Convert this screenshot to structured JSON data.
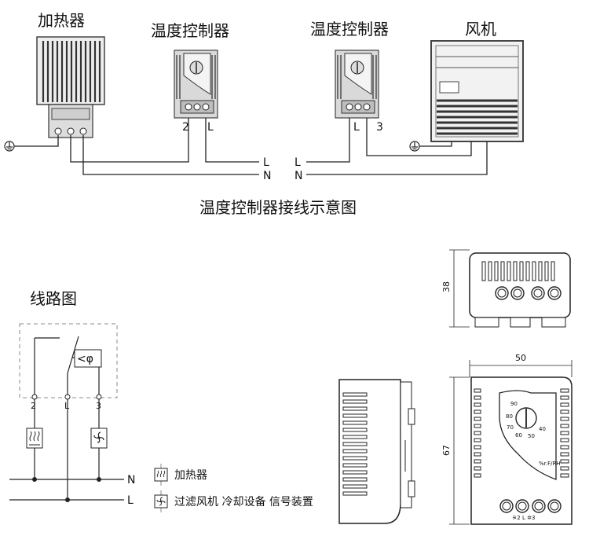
{
  "top_labels": {
    "heater": "加热器",
    "controller_left": "温度控制器",
    "controller_right": "温度控制器",
    "fan": "风机"
  },
  "terminals_left": {
    "t2": "2",
    "tL": "L"
  },
  "terminals_right": {
    "tL": "L",
    "t3": "3"
  },
  "wires_left": {
    "L": "L",
    "N": "N"
  },
  "wires_right": {
    "L": "L",
    "N": "N"
  },
  "caption": "温度控制器接线示意图",
  "circuit": {
    "title": "线路图",
    "t2": "2",
    "tL": "L",
    "t3": "3",
    "sensor": "<φ",
    "line_N": "N",
    "line_L": "L"
  },
  "legend": {
    "heater": "加热器",
    "fan": "过滤风机 冷却设备 信号装置"
  },
  "dims": {
    "height": "38",
    "width": "50",
    "depth": "67"
  },
  "device_front": {
    "dial_marks": [
      "90",
      "80",
      "70",
      "60",
      "50",
      "40"
    ],
    "unit": "%r.F/RH",
    "terminal_labels": "⚞2   L   ✲3"
  },
  "colors": {
    "line": "#111111",
    "device_fill": "#d9d9d9",
    "device_dark": "#555555",
    "dashed": "#888888"
  }
}
